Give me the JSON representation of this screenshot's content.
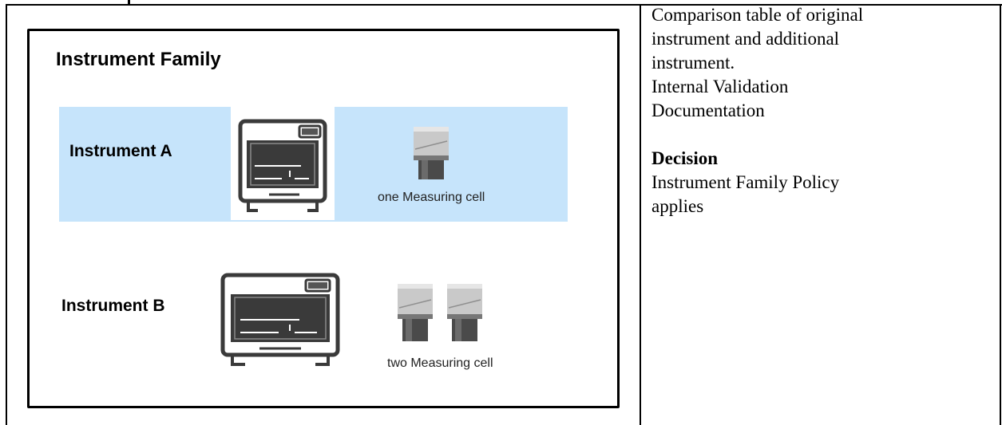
{
  "figure": {
    "title": "Instrument Family",
    "instrument_a": {
      "label": "Instrument A",
      "cell_caption": "one Measuring cell"
    },
    "instrument_b": {
      "label": "Instrument B",
      "cell_caption": "two Measuring cell"
    },
    "colors": {
      "band": "#c6e4fb",
      "device_body": "#3a3a3a",
      "cell_top": "#d8d8d8",
      "cell_bottom": "#4a4a4a"
    }
  },
  "side": {
    "description_line1": "Comparison table of original",
    "description_line2": "instrument and additional",
    "description_line3": "instrument.",
    "source_line1": "Internal Validation",
    "source_line2": "Documentation",
    "decision_heading": "Decision",
    "decision_line1": "Instrument Family Policy",
    "decision_line2": "applies"
  }
}
